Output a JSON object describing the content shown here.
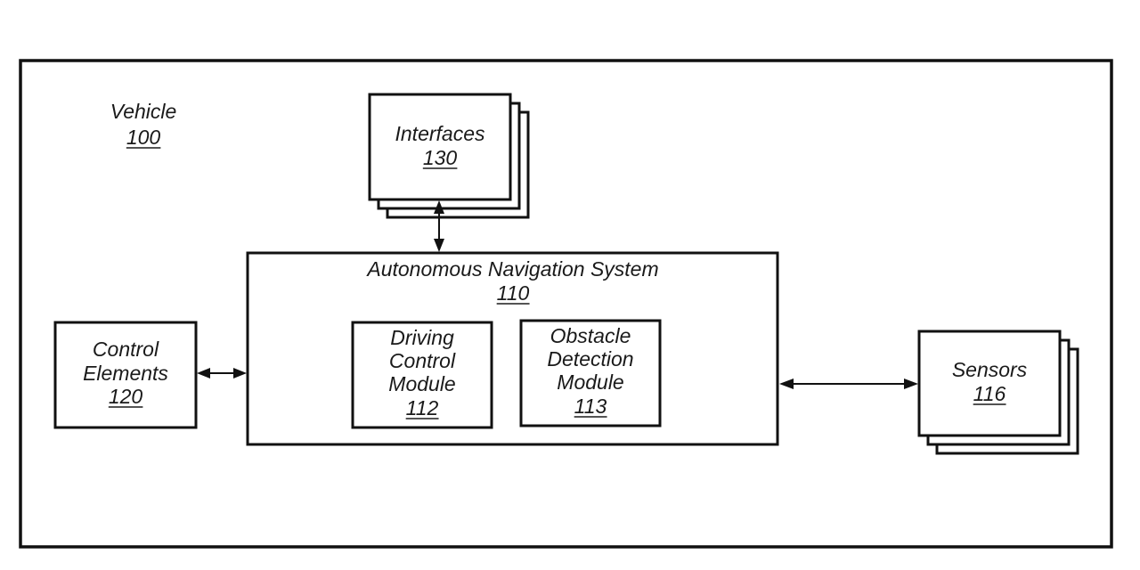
{
  "diagram": {
    "title": "Vehicle block diagram",
    "vehicle": {
      "label": "Vehicle",
      "ref": "100"
    },
    "interfaces": {
      "label": "Interfaces",
      "ref": "130",
      "stacked": true
    },
    "ans": {
      "label": "Autonomous Navigation System",
      "ref": "110"
    },
    "driving_control": {
      "lines": [
        "Driving",
        "Control",
        "Module"
      ],
      "ref": "112"
    },
    "obstacle_detection": {
      "lines": [
        "Obstacle",
        "Detection",
        "Module"
      ],
      "ref": "113"
    },
    "control_elements": {
      "lines": [
        "Control",
        "Elements"
      ],
      "ref": "120"
    },
    "sensors": {
      "label": "Sensors",
      "ref": "116",
      "stacked": true
    },
    "connections": [
      {
        "from": "interfaces",
        "to": "ans",
        "type": "bidirectional"
      },
      {
        "from": "control_elements",
        "to": "ans",
        "type": "bidirectional"
      },
      {
        "from": "ans",
        "to": "sensors",
        "type": "bidirectional"
      }
    ],
    "colors": {
      "line": "#111111",
      "text": "#1a1a1a",
      "background": "#ffffff"
    }
  }
}
